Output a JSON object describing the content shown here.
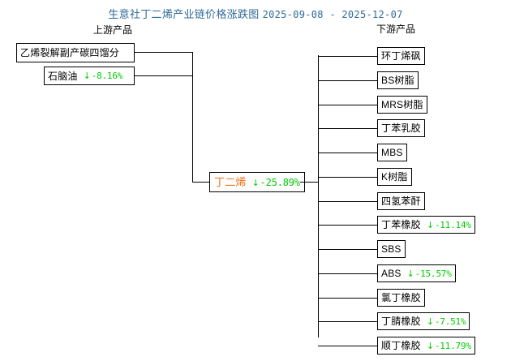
{
  "header": {
    "title_name": "生意社丁二烯产业链价格涨跌图",
    "date_range": "2025-09-08 - 2025-12-07",
    "title_color": "#2f6a98"
  },
  "columns": {
    "upstream_label": "上游产品",
    "downstream_label": "下游产品"
  },
  "colors": {
    "down": "#00cc00",
    "center_text": "#ef7215",
    "border": "#000000"
  },
  "center": {
    "name": "丁二烯",
    "arrow": "↓",
    "change": "-25.89%",
    "direction": "down"
  },
  "upstream": [
    {
      "name": "乙烯裂解副产碳四馏分",
      "arrow": "",
      "change": ""
    },
    {
      "name": "石脑油",
      "arrow": "↓",
      "change": "-8.16%"
    }
  ],
  "downstream": [
    {
      "name": "环丁烯砜",
      "arrow": "",
      "change": ""
    },
    {
      "name": "BS树脂",
      "arrow": "",
      "change": ""
    },
    {
      "name": "MRS树脂",
      "arrow": "",
      "change": ""
    },
    {
      "name": "丁苯乳胶",
      "arrow": "",
      "change": ""
    },
    {
      "name": "MBS",
      "arrow": "",
      "change": ""
    },
    {
      "name": "K树脂",
      "arrow": "",
      "change": ""
    },
    {
      "name": "四氢苯酐",
      "arrow": "",
      "change": ""
    },
    {
      "name": "丁苯橡胶",
      "arrow": "↓",
      "change": "-11.14%"
    },
    {
      "name": "SBS",
      "arrow": "",
      "change": ""
    },
    {
      "name": "ABS",
      "arrow": "↓",
      "change": "-15.57%"
    },
    {
      "name": "氯丁橡胶",
      "arrow": "",
      "change": ""
    },
    {
      "name": "丁腈橡胶",
      "arrow": "↓",
      "change": "-7.51%"
    },
    {
      "name": "顺丁橡胶",
      "arrow": "↓",
      "change": "-11.79%"
    }
  ]
}
